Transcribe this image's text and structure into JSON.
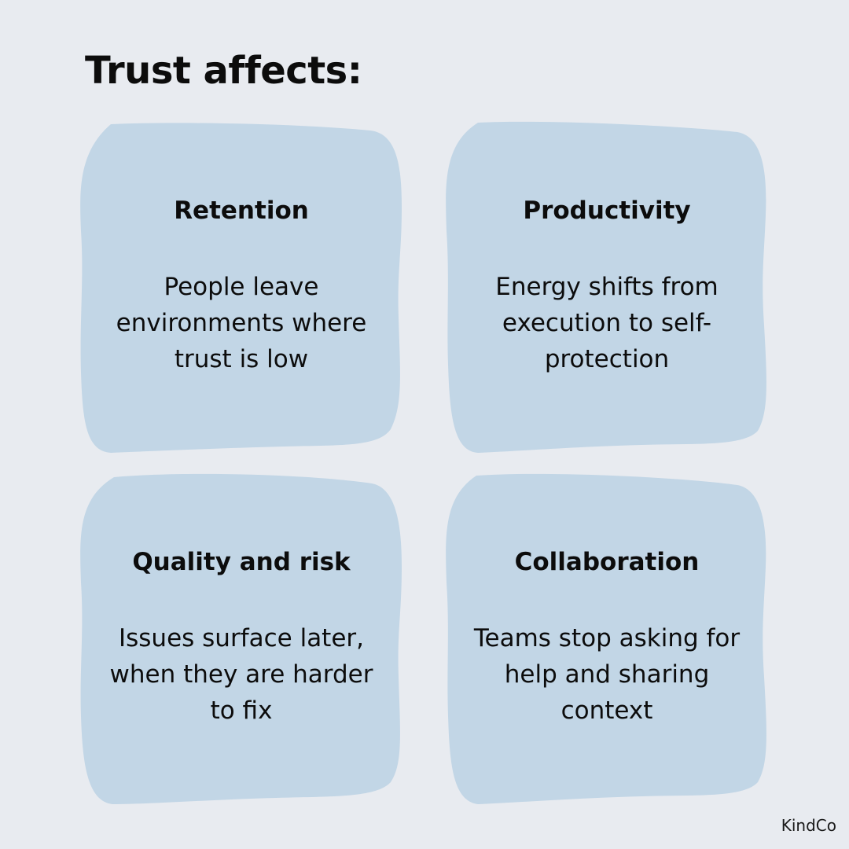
{
  "title": "Trust affects:",
  "cards": [
    {
      "title": "Retention",
      "body": "People leave environments where trust is low"
    },
    {
      "title": "Productivity",
      "body": "Energy shifts from execution to self-protection"
    },
    {
      "title": "Quality and risk",
      "body": "Issues surface later, when they are harder to fix"
    },
    {
      "title": "Collaboration",
      "body": "Teams stop asking for help and sharing context"
    }
  ],
  "brand": "KindCo",
  "colors": {
    "background": "#e8ebf0",
    "card": "#c2d6e6",
    "text": "#0c0c0c"
  }
}
